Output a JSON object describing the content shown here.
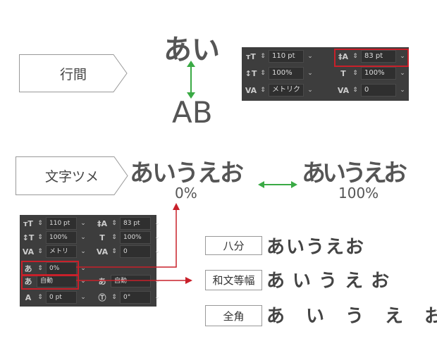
{
  "leading": {
    "tag": "行間",
    "top": "あい",
    "bottom": "AB"
  },
  "panel1": {
    "font_size": "110 pt",
    "leading": "83 pt",
    "vscale": "100%",
    "hscale": "100%",
    "kerning": "メトリク",
    "tracking": "0"
  },
  "tsume": {
    "tag": "文字ツメ",
    "left_text": "あいうえお",
    "left_value": "0%",
    "right_text": "あいうえお",
    "right_value": "100%"
  },
  "panel2": {
    "font_size": "110 pt",
    "leading": "83 pt",
    "vscale": "100%",
    "hscale": "100%",
    "kerning": "メトリク",
    "tracking": "0",
    "tsume": "0%",
    "aki_left": "自動",
    "aki_right": "自動",
    "baseline": "0 pt",
    "rotate": "0°"
  },
  "mojikumi": [
    {
      "label": "八分",
      "text": "あいうえお"
    },
    {
      "label": "和文等幅",
      "text": "あ い う え お"
    },
    {
      "label": "全角",
      "text": "あ　い　う　え　お"
    }
  ],
  "colors": {
    "accent_red": "#c8202a",
    "arrow_green": "#3aaa45",
    "panel": "#3d3d3d"
  }
}
